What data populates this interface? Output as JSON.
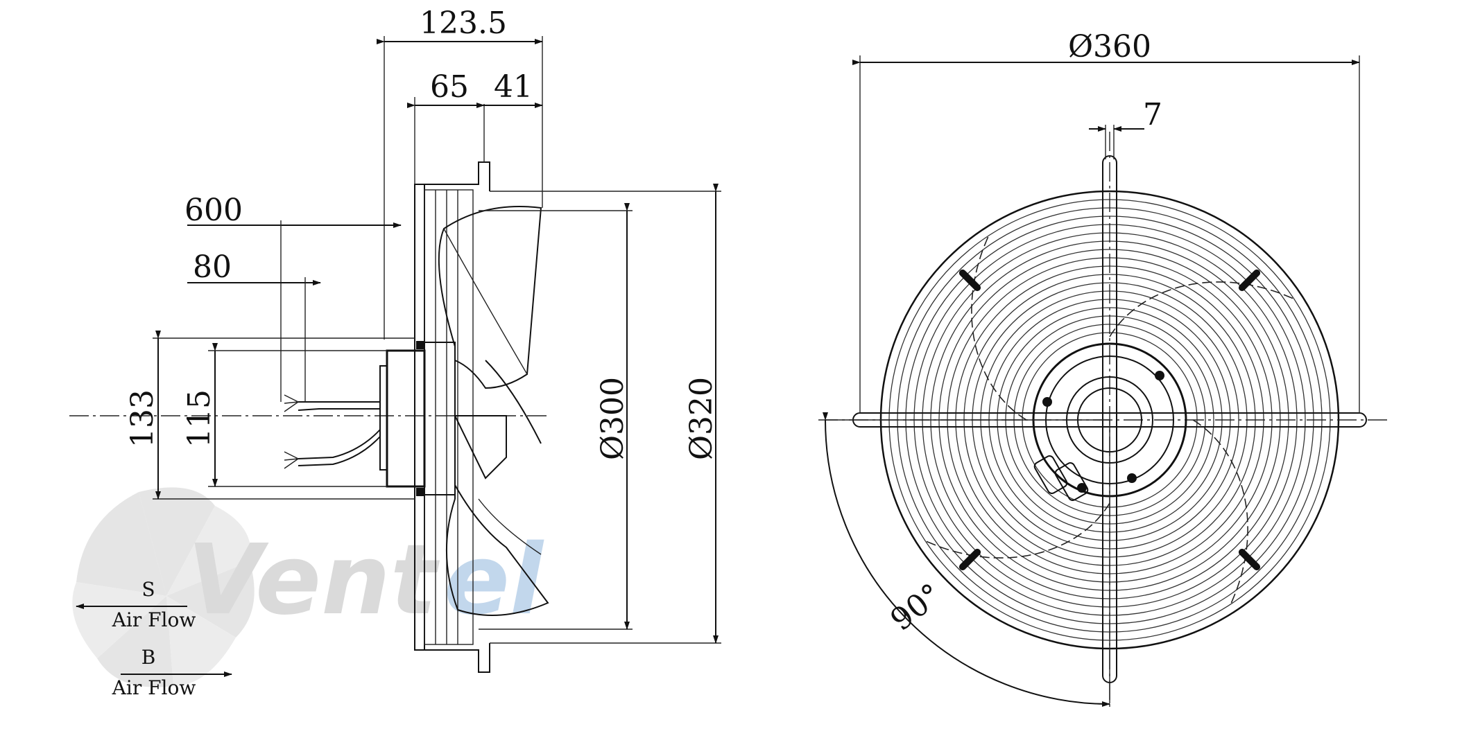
{
  "dimensions": {
    "d_123_5": "123.5",
    "d_65": "65",
    "d_41": "41",
    "d_600": "600",
    "d_80": "80",
    "d_133": "133",
    "d_115": "115",
    "d_300": "Ø300",
    "d_320": "Ø320",
    "d_360": "Ø360",
    "d_7": "7",
    "angle_90": "90°"
  },
  "airflow": {
    "s_letter": "S",
    "s_label": "Air Flow",
    "b_letter": "B",
    "b_label": "Air Flow"
  },
  "watermark": {
    "text_main": "Vent",
    "text_accent": "el",
    "color_main": "#d6d6d6",
    "color_accent": "#bcd3ea"
  }
}
